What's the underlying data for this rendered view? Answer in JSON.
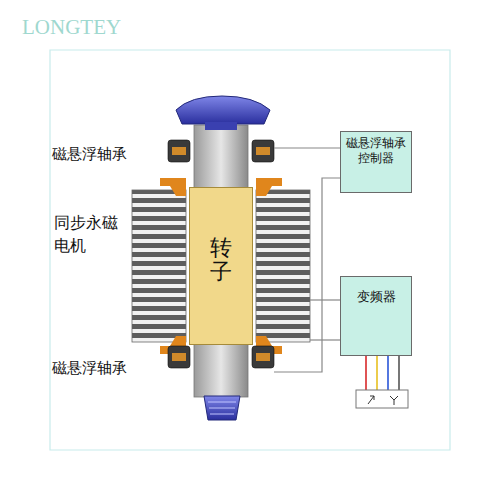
{
  "diagram": {
    "nodes": [
      {
        "text": [
          "转子"
        ]
      },
      {
        "text": [
          "磁悬浮轴承 控制器"
        ]
      },
      {
        "text": [
          "变频器"
        ]
      }
    ],
    "labels": [
      "LONGTEY",
      "磁悬浮轴承",
      "同步永磁 电机",
      "磁悬浮轴承"
    ]
  }
}
